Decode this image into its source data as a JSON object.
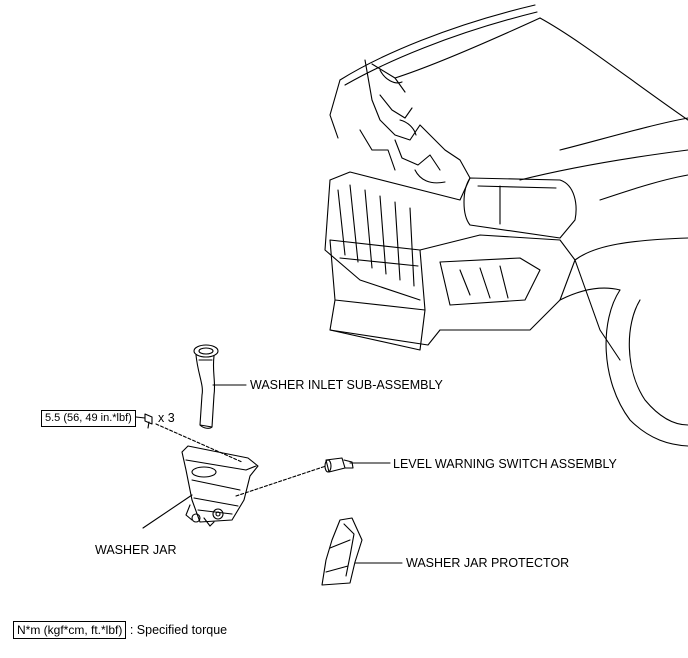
{
  "callouts": {
    "washer_inlet": "WASHER INLET SUB-ASSEMBLY",
    "level_switch": "LEVEL WARNING SWITCH ASSEMBLY",
    "washer_jar": "WASHER JAR",
    "protector": "WASHER JAR PROTECTOR"
  },
  "torque": {
    "value": "5.5 (56, 49 in.*lbf)",
    "quantity": "x 3"
  },
  "legend": {
    "unit": "N*m (kgf*cm, ft.*lbf)",
    "description": ": Specified torque"
  }
}
